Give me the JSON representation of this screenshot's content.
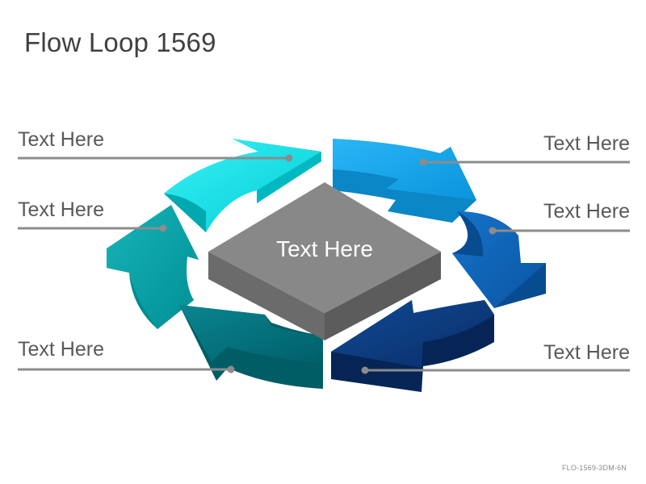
{
  "title": "Flow Loop 1569",
  "center_label": "Text Here",
  "labels": [
    {
      "text": "Text Here",
      "side": "left"
    },
    {
      "text": "Text Here",
      "side": "left"
    },
    {
      "text": "Text Here",
      "side": "left"
    },
    {
      "text": "Text Here",
      "side": "right"
    },
    {
      "text": "Text Here",
      "side": "right"
    },
    {
      "text": "Text Here",
      "side": "right"
    }
  ],
  "footer_code": "FLO-1569-3DM-6N",
  "colors": {
    "segment_top_left": "#00DDE6",
    "segment_left": "#00A4A8",
    "segment_bottom_left": "#007580",
    "segment_top_right": "#12A8EE",
    "segment_right": "#0A63B9",
    "segment_bottom_right": "#0C3C84",
    "center_box": "#888888",
    "leader_line": "#8c8c8c"
  }
}
